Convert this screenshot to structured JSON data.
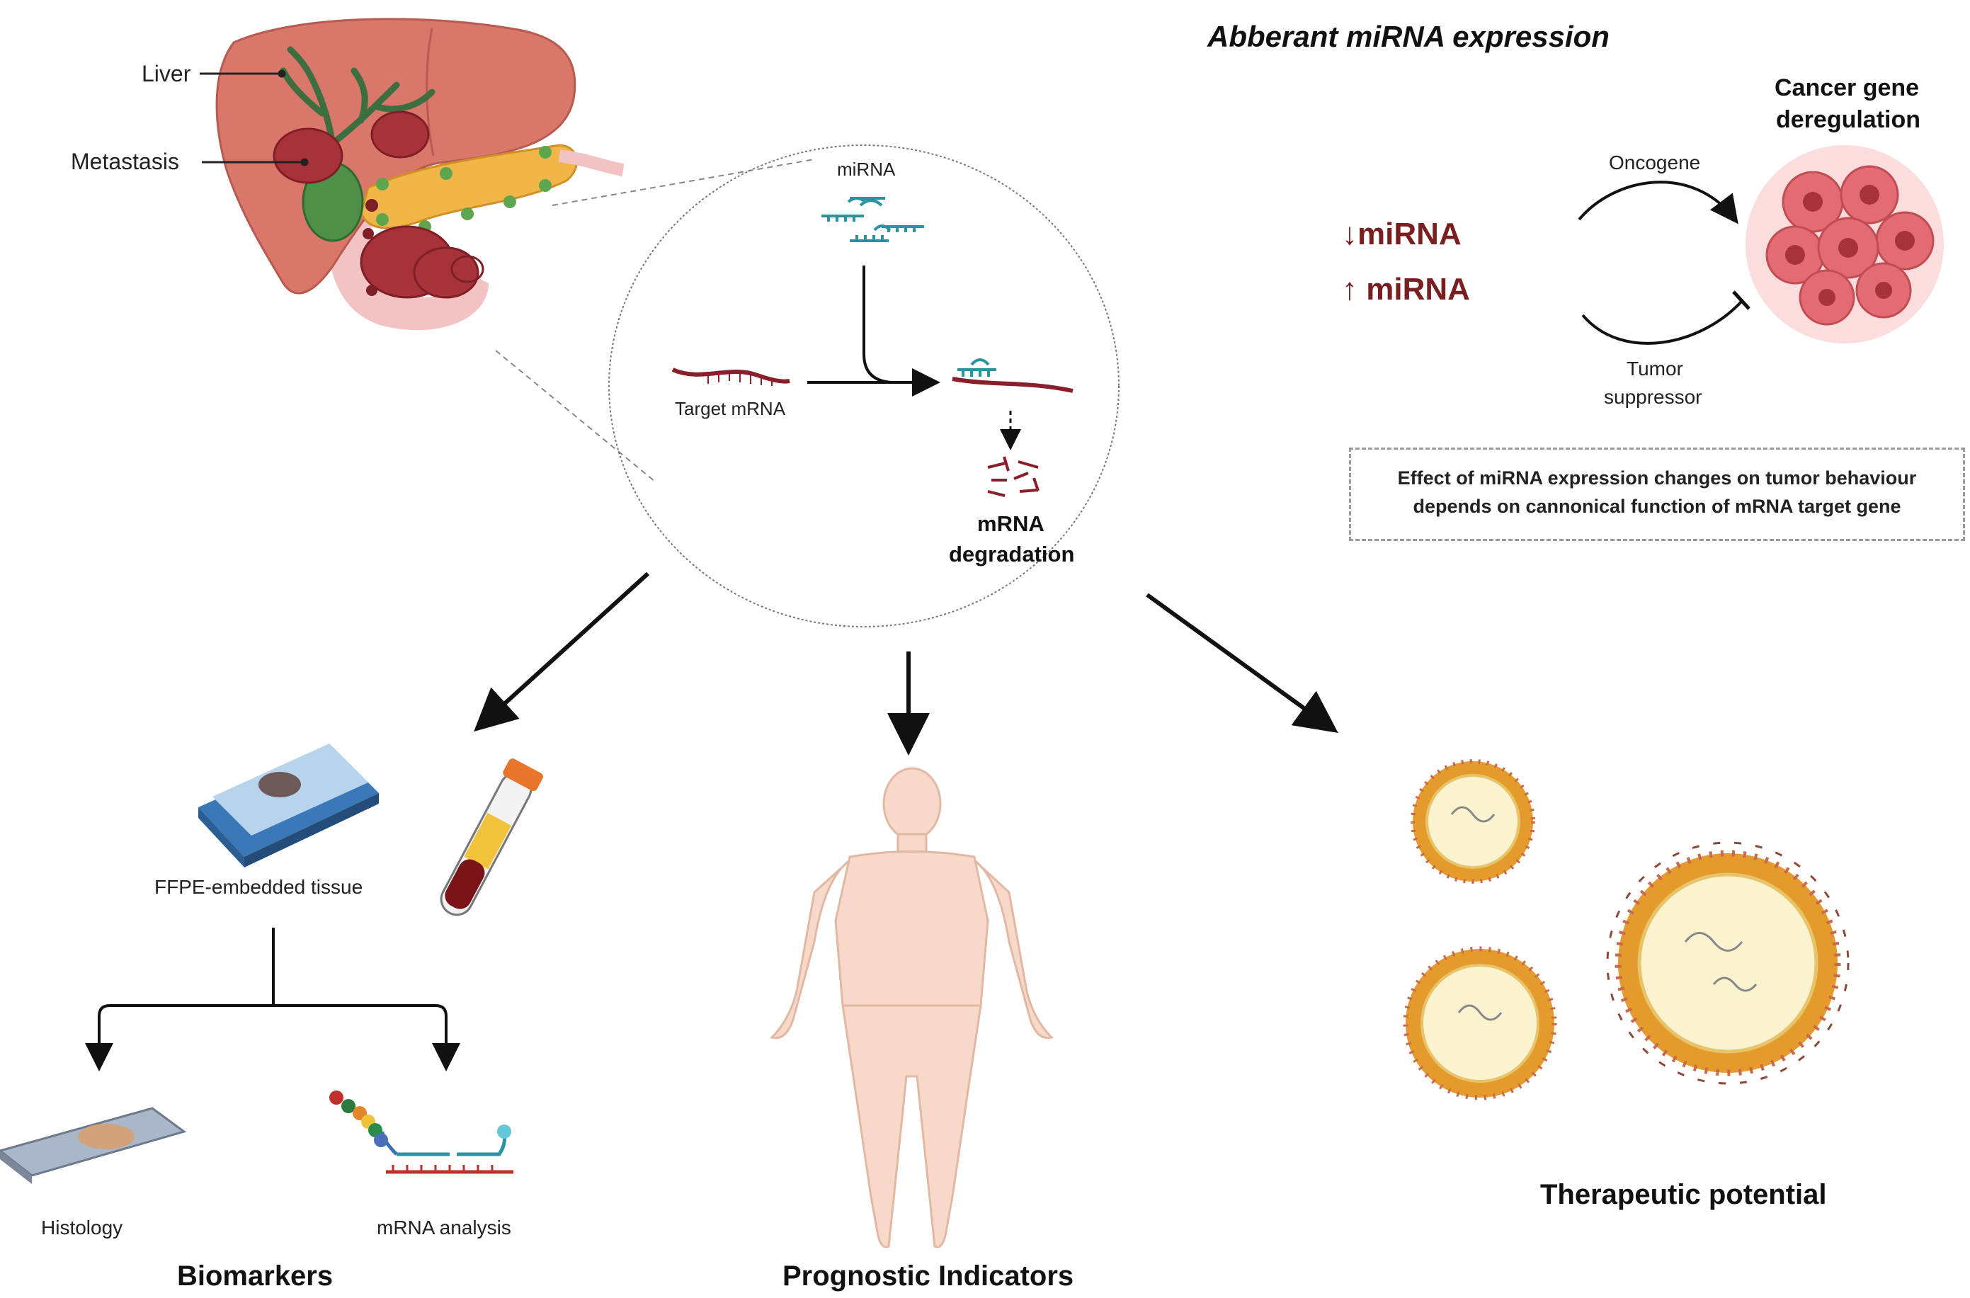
{
  "title": "Abberant miRNA expression",
  "anatomy": {
    "liver_label": "Liver",
    "metastasis_label": "Metastasis"
  },
  "mechanism": {
    "mirna_label": "miRNA",
    "target_label": "Target mRNA",
    "degradation_label": "mRNA\ndegradation",
    "degradation_line1": "mRNA",
    "degradation_line2": "degradation"
  },
  "expression": {
    "down_label": "↓miRNA",
    "up_label": "↑ miRNA",
    "oncogene_label": "Oncogene",
    "tumor_label_1": "Tumor",
    "tumor_label_2": "suppressor",
    "cancer_label_1": "Cancer gene",
    "cancer_label_2": "deregulation",
    "note": "Effect of miRNA expression changes on tumor behaviour depends on cannonical function of mRNA target gene"
  },
  "biomarkers": {
    "ffpe_label": "FFPE-embedded tissue",
    "histology_label": "Histology",
    "mrna_analysis_label": "mRNA analysis",
    "section_title": "Biomarkers"
  },
  "prognostic": {
    "section_title": "Prognostic Indicators"
  },
  "therapeutic": {
    "section_title": "Therapeutic potential"
  },
  "colors": {
    "mirna": "#2a93a0",
    "mrna": "#8b1e2b",
    "liver": "#d9776b",
    "pancreas": "#f0b64a",
    "tumor": "#b03a43",
    "skin": "#f6d9c8",
    "liposome_shell": "#e59a2c",
    "liposome_core": "#fbf3cf"
  }
}
